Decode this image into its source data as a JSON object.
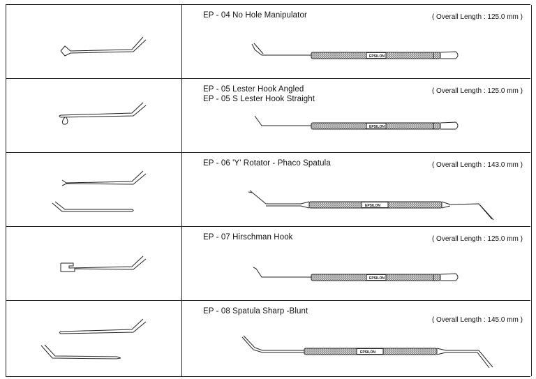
{
  "instruments": [
    {
      "code_lines": [
        "EP - 04  No Hole Manipulator"
      ],
      "overall_length": "( Overall Length : 125.0 mm )",
      "brand": "EPSILON",
      "tip": "notch",
      "double_ended": false
    },
    {
      "code_lines": [
        "EP - 05  Lester Hook Angled",
        "EP - 05 S  Lester Hook Straight"
      ],
      "overall_length": "( Overall Length : 125.0 mm )",
      "brand": "EPSILON",
      "tip": "hook",
      "double_ended": false
    },
    {
      "code_lines": [
        "EP - 06  'Y' Rotator - Phaco Spatula"
      ],
      "overall_length": "( Overall Length : 143.0 mm )",
      "brand": "EPSILON",
      "tip": "y-spatula",
      "double_ended": true
    },
    {
      "code_lines": [
        "EP - 07  Hirschman Hook"
      ],
      "overall_length": "( Overall Length : 125.0 mm )",
      "brand": "EPSILON",
      "tip": "s-hook",
      "double_ended": false
    },
    {
      "code_lines": [
        "EP - 08  Spatula Sharp -Blunt"
      ],
      "overall_length": "( Overall Length : 145.0 mm )",
      "brand": "EPSILON",
      "tip": "spatula",
      "double_ended": true
    }
  ],
  "colors": {
    "line": "#222222",
    "knurl": "#555555",
    "background": "#ffffff"
  }
}
